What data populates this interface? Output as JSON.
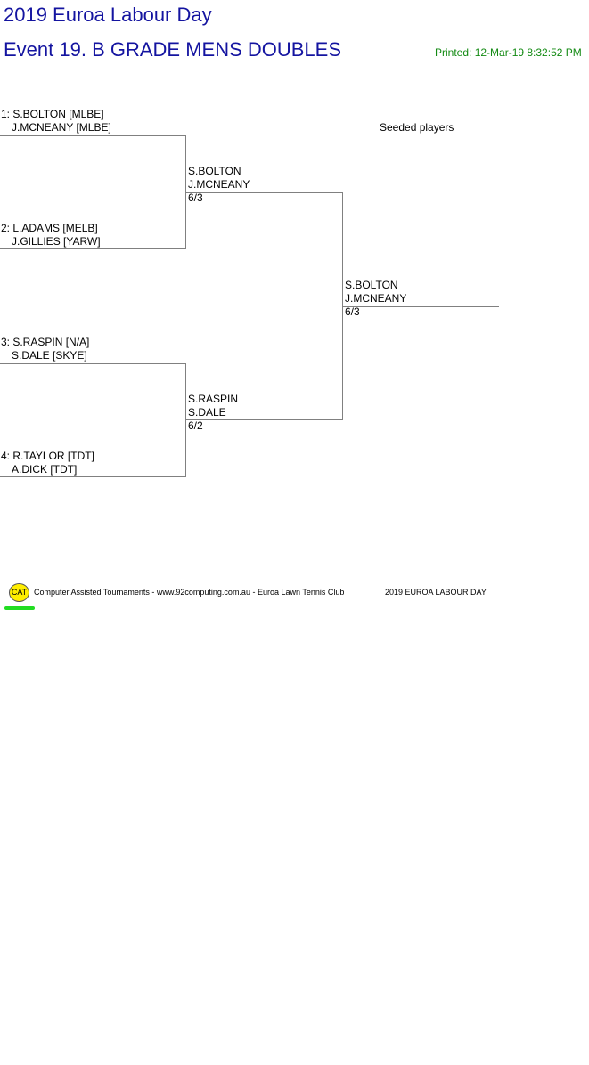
{
  "header": {
    "tournament": "2019 Euroa Labour Day",
    "event": "Event 19. B GRADE MENS DOUBLES",
    "printed": "Printed: 12-Mar-19 8:32:52 PM"
  },
  "seeded_label": "Seeded players",
  "round1": [
    {
      "line1": "1: S.BOLTON [MLBE]",
      "line2": "J.MCNEANY [MLBE]"
    },
    {
      "line1": "2: L.ADAMS [MELB]",
      "line2": "J.GILLIES [YARW]"
    },
    {
      "line1": "3: S.RASPIN [N/A]",
      "line2": "S.DALE [SKYE]"
    },
    {
      "line1": "4: R.TAYLOR [TDT]",
      "line2": "A.DICK [TDT]"
    }
  ],
  "round2": [
    {
      "p1": "S.BOLTON",
      "p2": "J.MCNEANY",
      "score": "6/3"
    },
    {
      "p1": "S.RASPIN",
      "p2": "S.DALE",
      "score": "6/2"
    }
  ],
  "final": {
    "p1": "S.BOLTON",
    "p2": "J.MCNEANY",
    "score": "6/3"
  },
  "footer": {
    "logo_text": "CAT",
    "credit": "Computer Assisted Tournaments - www.92computing.com.au -  Euroa Lawn Tennis Club",
    "event_name": "2019 EUROA LABOUR DAY"
  },
  "colors": {
    "title": "#1414a0",
    "printed": "#138a13",
    "lines": "#808080",
    "logo_fill": "#ffee00",
    "logo_swoosh": "#22dd22"
  }
}
